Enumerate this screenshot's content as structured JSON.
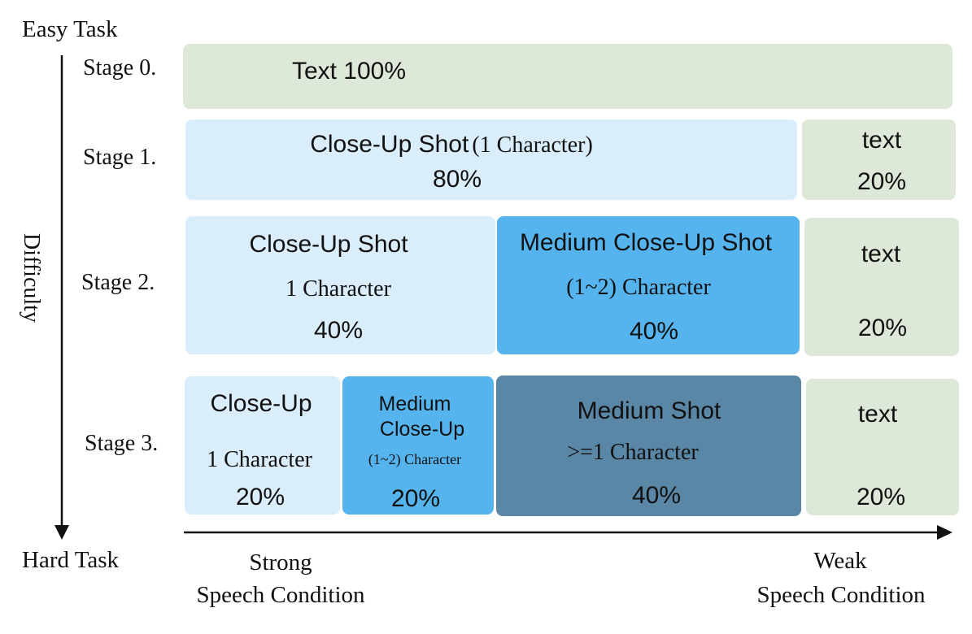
{
  "axis": {
    "easy": "Easy Task",
    "hard": "Hard Task",
    "difficulty": "Difficulty",
    "strong_line1": "Strong",
    "strong_line2": "Speech Condition",
    "weak_line1": "Weak",
    "weak_line2": "Speech Condition"
  },
  "stages": [
    {
      "label": "Stage 0."
    },
    {
      "label": "Stage 1."
    },
    {
      "label": "Stage 2."
    },
    {
      "label": "Stage 3."
    }
  ],
  "stage0": {
    "text": "Text 100%"
  },
  "stage1": {
    "closeup_title": "Close-Up Shot",
    "closeup_detail": "(1 Character)",
    "closeup_pct": "80%",
    "text_label": "text",
    "text_pct": "20%"
  },
  "stage2": {
    "closeup_title": "Close-Up Shot",
    "closeup_detail": "1 Character",
    "closeup_pct": "40%",
    "medium_title": "Medium Close-Up Shot",
    "medium_detail": "(1~2) Character",
    "medium_pct": "40%",
    "text_label": "text",
    "text_pct": "20%"
  },
  "stage3": {
    "closeup_title": "Close-Up",
    "closeup_detail": "1 Character",
    "closeup_pct": "20%",
    "medium_closeup_title1": "Medium",
    "medium_closeup_title2": "Close-Up",
    "medium_closeup_detail": "(1~2) Character",
    "medium_closeup_pct": "20%",
    "medium_title": "Medium Shot",
    "medium_detail": ">=1 Character",
    "medium_pct": "40%",
    "text_label": "text",
    "text_pct": "20%"
  },
  "colors": {
    "text_box": "#dde8d9",
    "closeup_box": "#daedfa",
    "medium_closeup_box": "#55b4ee",
    "medium_box": "#5b87a6"
  }
}
